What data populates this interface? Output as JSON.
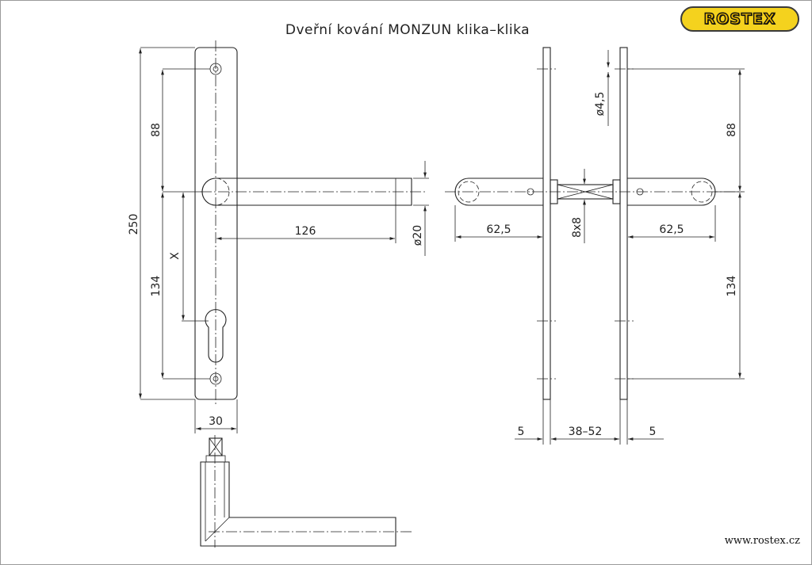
{
  "title": "Dveřní kování MONZUN klika–klika",
  "logo": {
    "text": "ROSTEX",
    "color": "#f4d21e",
    "border_color": "#3a3a3a"
  },
  "website": "www.rostex.cz",
  "dimensions": {
    "total_height": "250",
    "upper_spacing": "88",
    "lower_spacing": "134",
    "x_label": "X",
    "lever_length": "126",
    "lever_diameter": "ø20",
    "plate_width": "30",
    "hole_diameter": "ø4,5",
    "right_upper": "88",
    "right_lower": "134",
    "projection_left": "62,5",
    "projection_right": "62,5",
    "spindle": "8x8",
    "plate_thickness_left": "5",
    "door_thickness": "38–52",
    "plate_thickness_right": "5"
  }
}
